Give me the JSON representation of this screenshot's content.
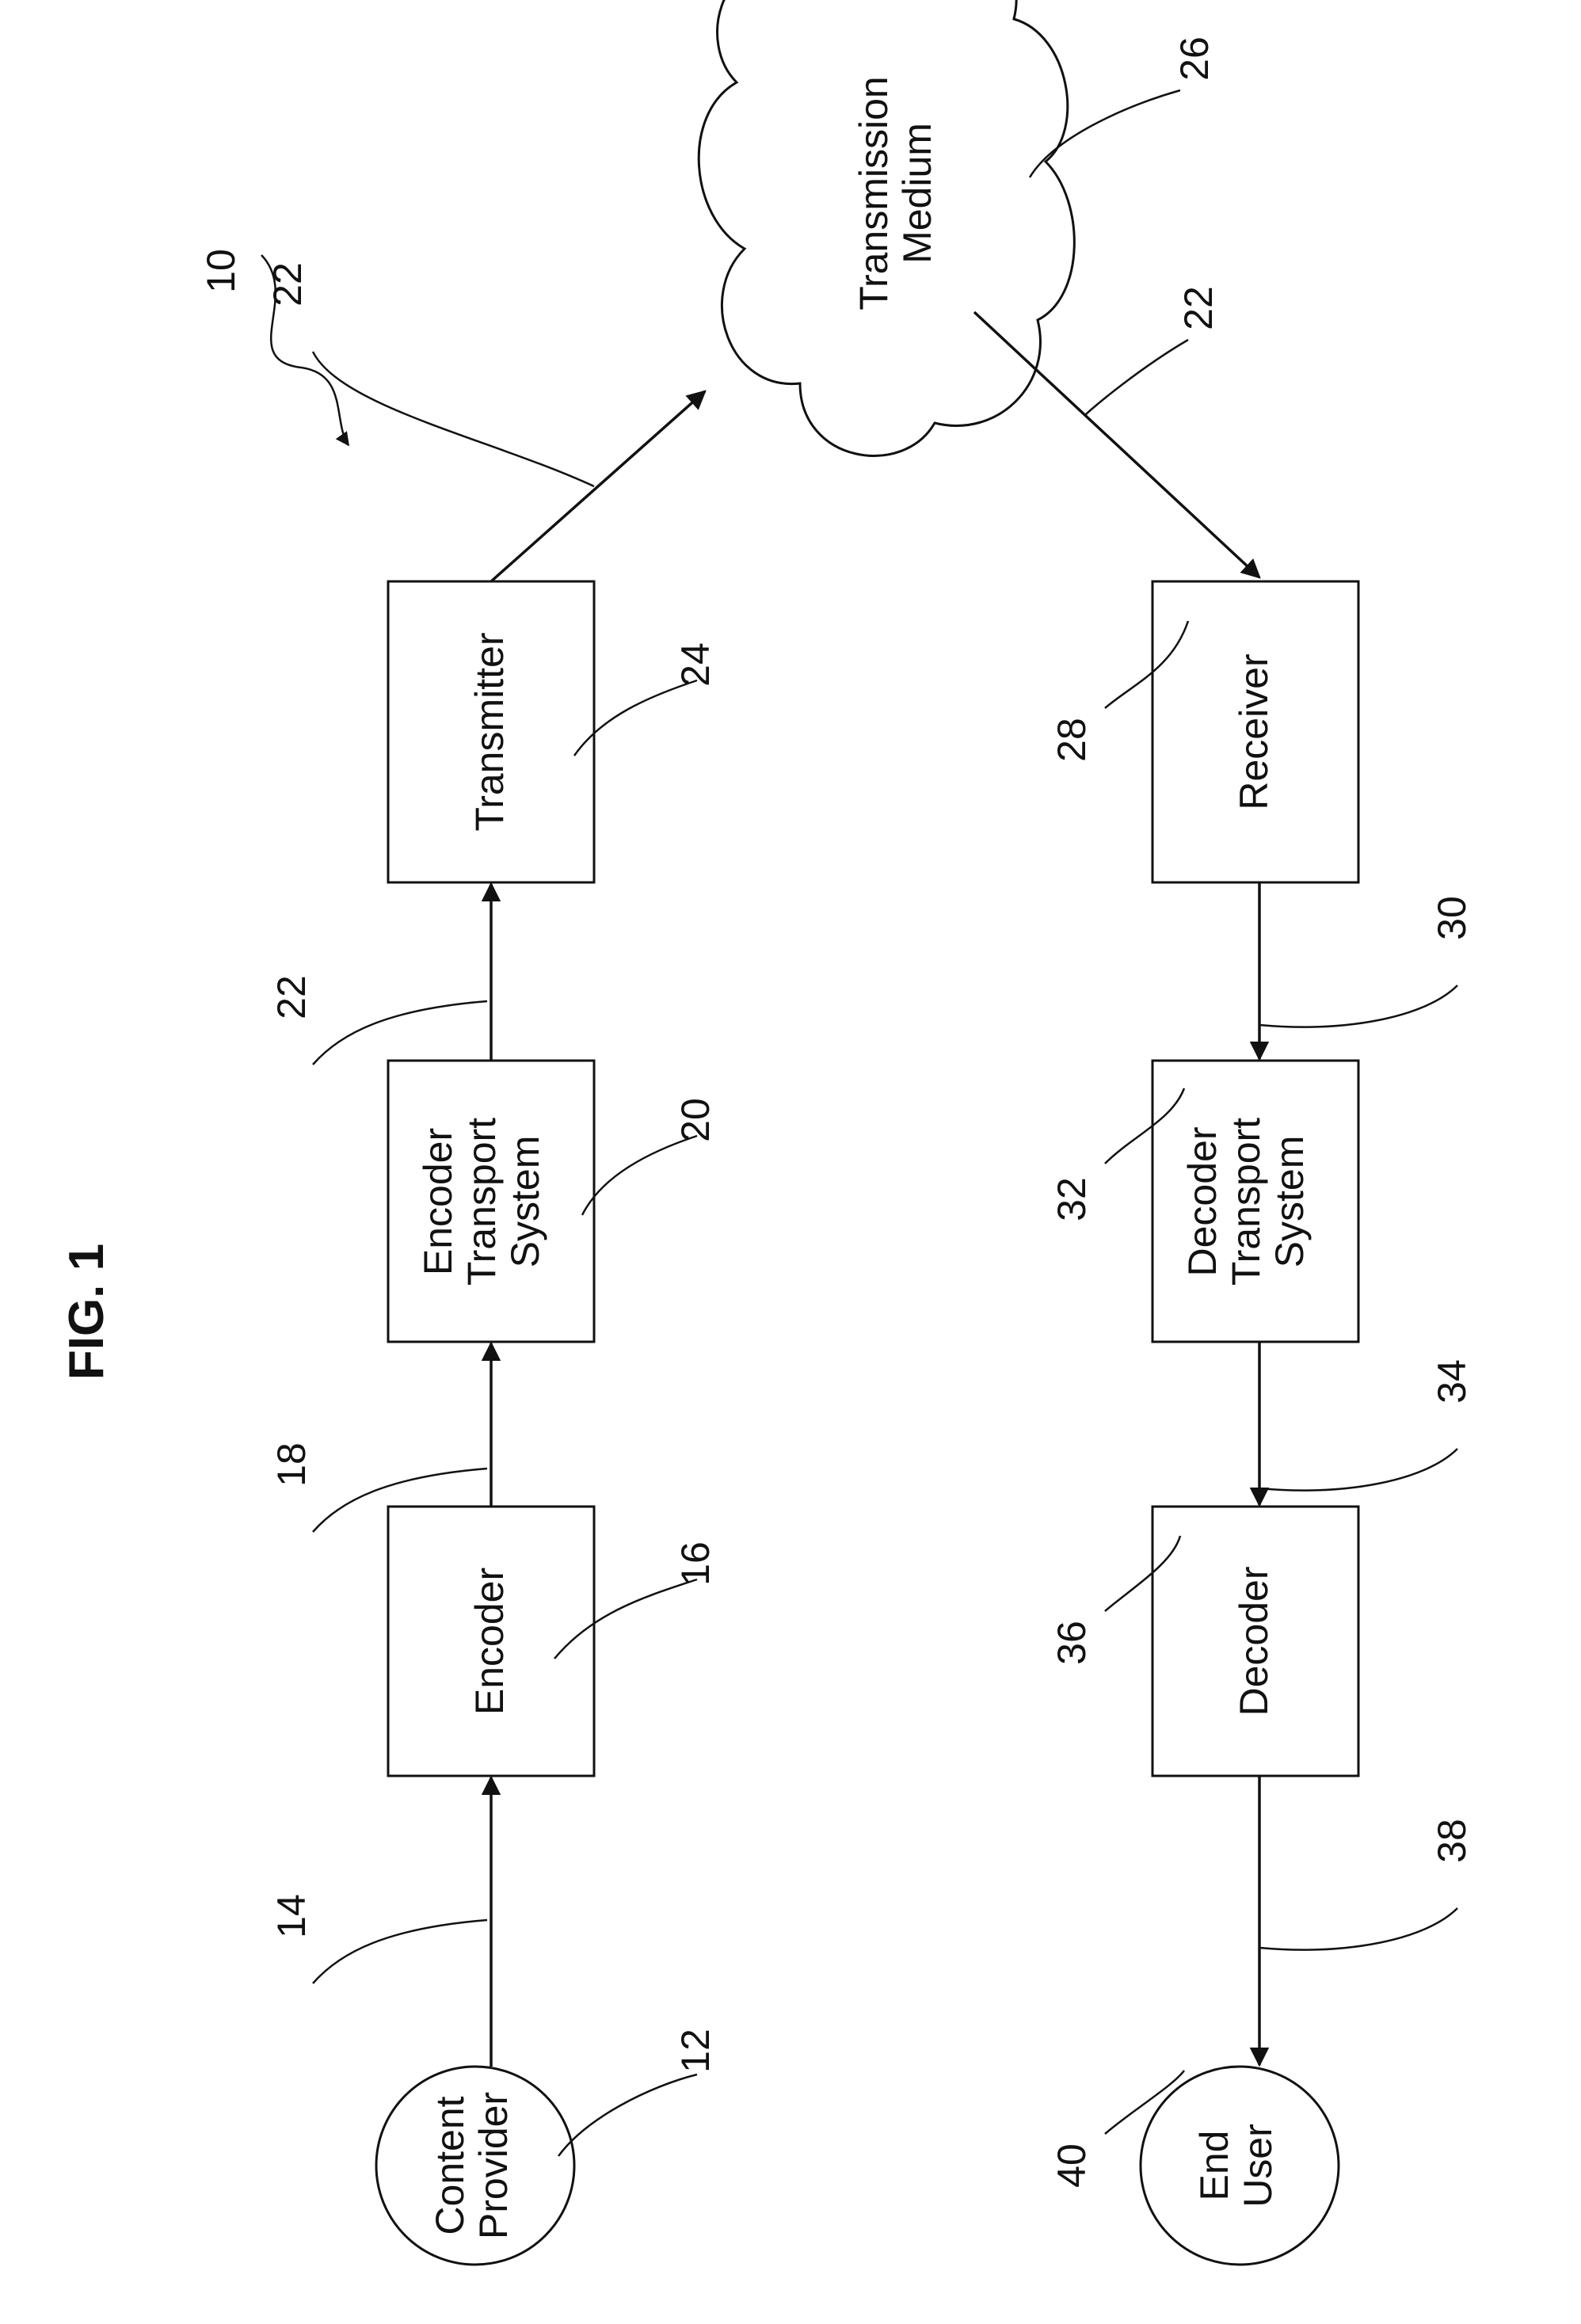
{
  "figure": {
    "title": "FIG. 1",
    "system_ref": "10"
  },
  "nodes": {
    "content_provider": {
      "lines": [
        "Content",
        "Provider"
      ],
      "ref": "12"
    },
    "encoder": {
      "lines": [
        "Encoder"
      ],
      "ref": "16"
    },
    "encoder_transport": {
      "lines": [
        "Encoder",
        "Transport",
        "System"
      ],
      "ref": "20"
    },
    "transmitter": {
      "lines": [
        "Transmitter"
      ],
      "ref": "24"
    },
    "medium": {
      "lines": [
        "Transmission",
        "Medium"
      ],
      "ref": "26"
    },
    "receiver": {
      "lines": [
        "Receiver"
      ],
      "ref": "28"
    },
    "decoder_transport": {
      "lines": [
        "Decoder",
        "Transport",
        "System"
      ],
      "ref": "32"
    },
    "decoder": {
      "lines": [
        "Decoder"
      ],
      "ref": "36"
    },
    "end_user": {
      "lines": [
        "End",
        "User"
      ],
      "ref": "40"
    }
  },
  "edges": {
    "provider_to_encoder": "14",
    "encoder_to_transport": "18",
    "transport_to_transmitter": "22",
    "transmitter_to_medium": "22",
    "medium_to_receiver": "22",
    "receiver_to_transport": "30",
    "transport_to_decoder": "34",
    "decoder_to_user": "38"
  }
}
